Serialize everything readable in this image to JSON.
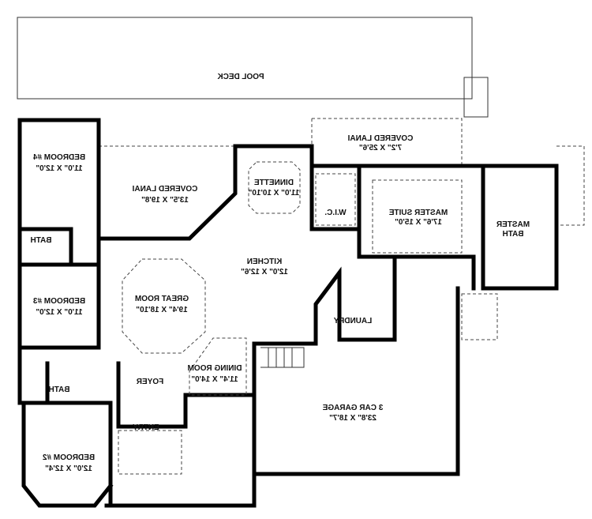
{
  "plan": {
    "rooms": [
      {
        "name": "POOL DECK",
        "size": ""
      },
      {
        "name": "BEDROOM #4",
        "size": "11'0\" X 12'0\""
      },
      {
        "name": "COVERED LANAI",
        "size": "13'5\" X 19'8\""
      },
      {
        "name": "DINNETTE",
        "size": "11'0\" X 10'10\""
      },
      {
        "name": "COVERED LANAI",
        "size": "7'2\" X 25'6\""
      },
      {
        "name": "W.I.C.",
        "size": ""
      },
      {
        "name": "MASTER SUITE",
        "size": "17'6\" X 15'0\""
      },
      {
        "name": "MASTER",
        "size": "BATH"
      },
      {
        "name": "BATH",
        "size": ""
      },
      {
        "name": "KITCHEN",
        "size": "12'0\" X 12'6\""
      },
      {
        "name": "BEDROOM #3",
        "size": "11'0\" X 12'0\""
      },
      {
        "name": "GREAT ROOM",
        "size": "19'4\" X 18'10\""
      },
      {
        "name": "LAUNDRY",
        "size": ""
      },
      {
        "name": "DINING ROOM",
        "size": "11'4\" X 14'0\""
      },
      {
        "name": "FOYER",
        "size": ""
      },
      {
        "name": "BATH",
        "size": ""
      },
      {
        "name": "ENTRY",
        "size": ""
      },
      {
        "name": "3 CAR GARAGE",
        "size": "23'8\" X 18'7\""
      },
      {
        "name": "BEDROOM #2",
        "size": "12'0\" X 12'4\""
      }
    ]
  }
}
